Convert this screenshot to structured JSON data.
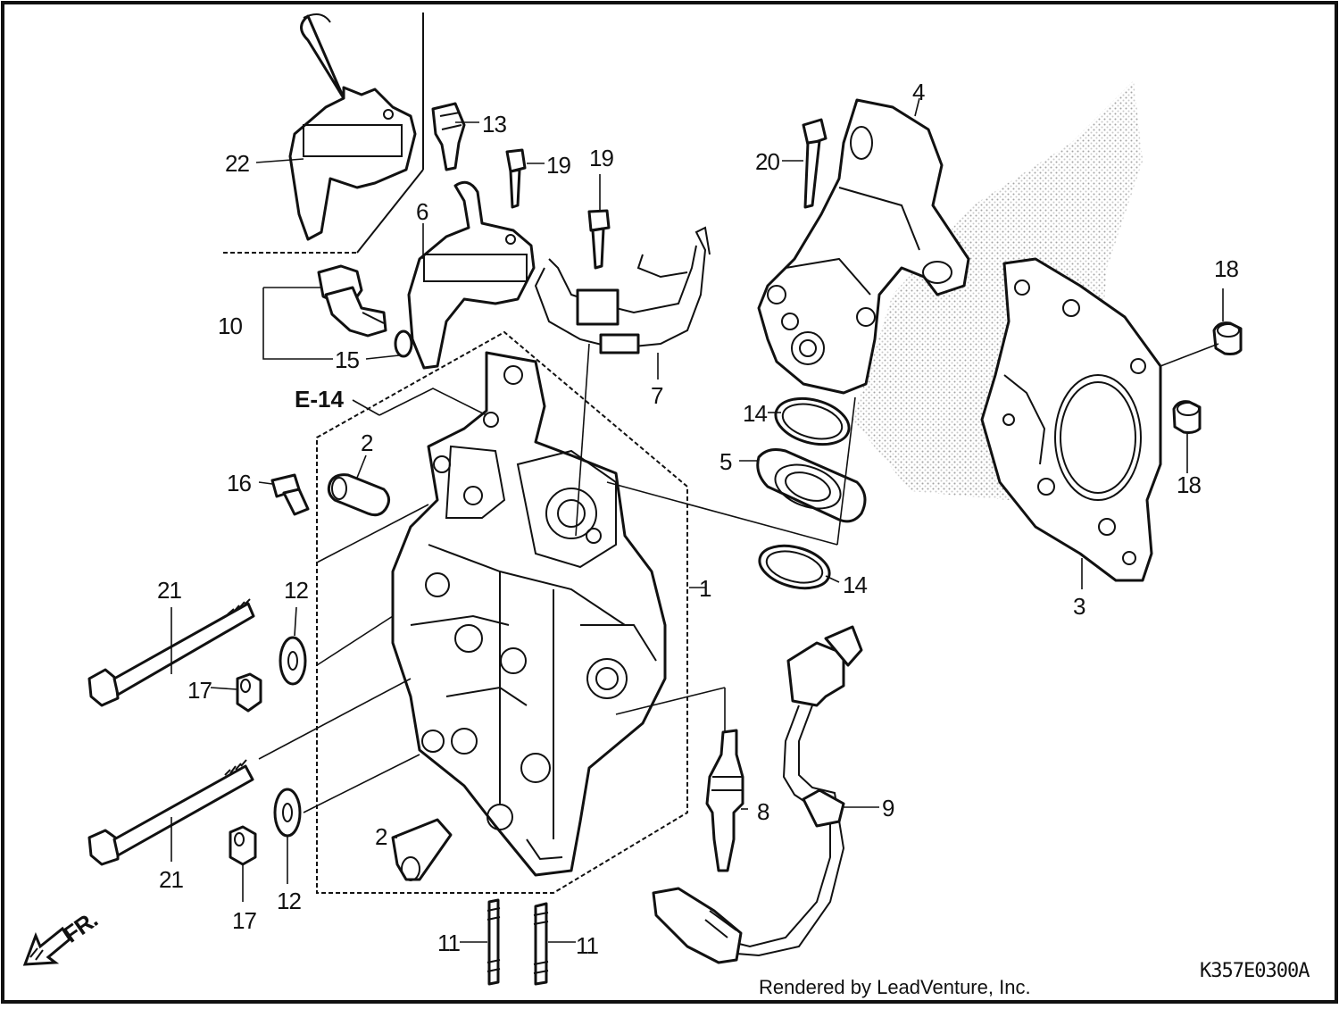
{
  "diagram": {
    "ref_label": "E-14",
    "direction_label": "FR.",
    "code": "K357E0300A",
    "rendered_by": "Rendered by LeadVenture, Inc.",
    "callouts": [
      {
        "id": "c1",
        "text": "1"
      },
      {
        "id": "c2a",
        "text": "2"
      },
      {
        "id": "c2b",
        "text": "2"
      },
      {
        "id": "c3",
        "text": "3"
      },
      {
        "id": "c4",
        "text": "4"
      },
      {
        "id": "c5",
        "text": "5"
      },
      {
        "id": "c6",
        "text": "6"
      },
      {
        "id": "c7",
        "text": "7"
      },
      {
        "id": "c8",
        "text": "8"
      },
      {
        "id": "c9",
        "text": "9"
      },
      {
        "id": "c10",
        "text": "10"
      },
      {
        "id": "c11a",
        "text": "11"
      },
      {
        "id": "c11b",
        "text": "11"
      },
      {
        "id": "c12a",
        "text": "12"
      },
      {
        "id": "c12b",
        "text": "12"
      },
      {
        "id": "c13",
        "text": "13"
      },
      {
        "id": "c14a",
        "text": "14"
      },
      {
        "id": "c14b",
        "text": "14"
      },
      {
        "id": "c15",
        "text": "15"
      },
      {
        "id": "c16",
        "text": "16"
      },
      {
        "id": "c17a",
        "text": "17"
      },
      {
        "id": "c17b",
        "text": "17"
      },
      {
        "id": "c18a",
        "text": "18"
      },
      {
        "id": "c18b",
        "text": "18"
      },
      {
        "id": "c19a",
        "text": "19"
      },
      {
        "id": "c19b",
        "text": "19"
      },
      {
        "id": "c20",
        "text": "20"
      },
      {
        "id": "c21a",
        "text": "21"
      },
      {
        "id": "c21b",
        "text": "21"
      },
      {
        "id": "c22",
        "text": "22"
      }
    ]
  }
}
